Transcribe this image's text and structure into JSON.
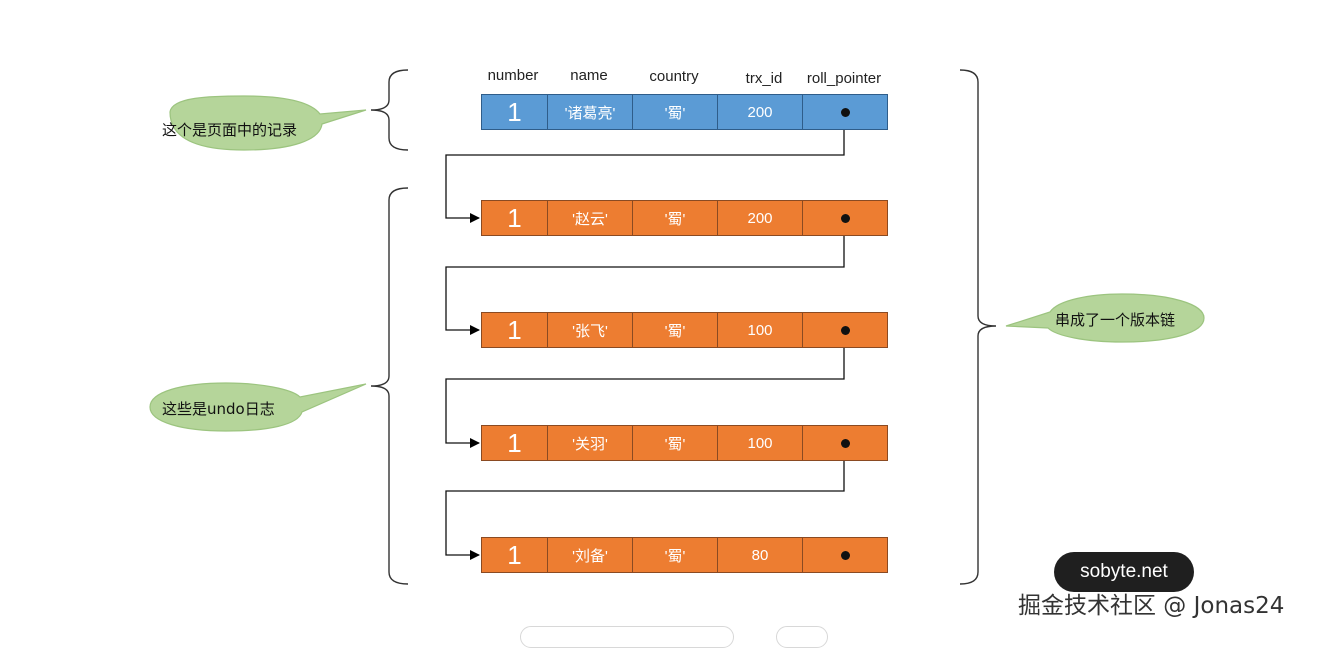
{
  "headers": [
    "number",
    "name",
    "country",
    "trx_id",
    "roll_pointer"
  ],
  "rows": [
    {
      "number": "1",
      "name": "'诸葛亮'",
      "country": "'蜀'",
      "trx_id": "200",
      "kind": "current"
    },
    {
      "number": "1",
      "name": "'赵云'",
      "country": "'蜀'",
      "trx_id": "200",
      "kind": "undo"
    },
    {
      "number": "1",
      "name": "'张飞'",
      "country": "'蜀'",
      "trx_id": "100",
      "kind": "undo"
    },
    {
      "number": "1",
      "name": "'关羽'",
      "country": "'蜀'",
      "trx_id": "100",
      "kind": "undo"
    },
    {
      "number": "1",
      "name": "'刘备'",
      "country": "'蜀'",
      "trx_id": "80",
      "kind": "undo"
    }
  ],
  "callouts": {
    "page_record": "这个是页面中的记录",
    "undo_logs": "这些是undo日志",
    "version_chain": "串成了一个版本链"
  },
  "watermark_badge": "sobyte.net",
  "footer_credit": "掘金技术社区 @ Jonas24",
  "colors": {
    "current_record": "#5b9bd5",
    "undo_record": "#ed7d31",
    "callout_fill": "#b5d59a",
    "callout_stroke": "#9cc47f"
  }
}
